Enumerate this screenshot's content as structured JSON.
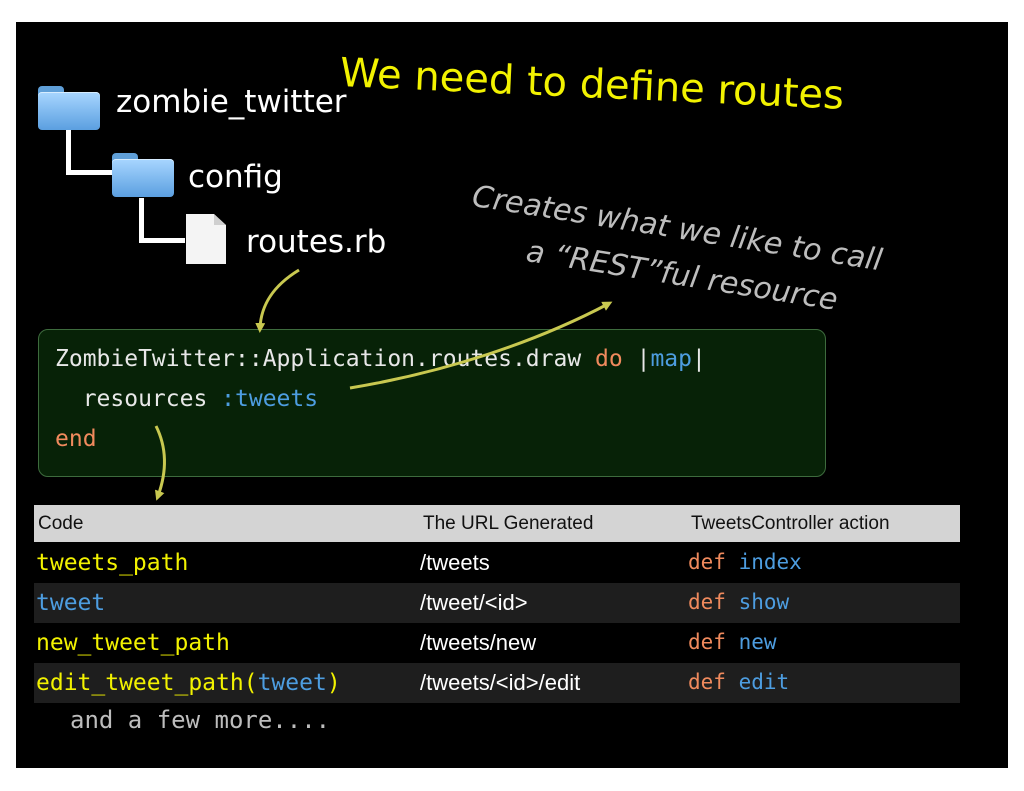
{
  "slide": {
    "title": "We need to define routes",
    "tree": {
      "root": "zombie_twitter",
      "folder": "config",
      "file": "routes.rb"
    },
    "note": {
      "line1": "Creates what we like to call",
      "line2": "a “REST”ful resource"
    },
    "code": {
      "l1_prefix": "ZombieTwitter::Application.routes.draw ",
      "l1_do": "do",
      "l1_space": " |",
      "l1_map": "map",
      "l1_end": "|",
      "l2_indent": "  resources ",
      "l2_symbol": ":tweets",
      "l3_end": "end"
    },
    "table": {
      "headers": [
        "Code",
        "The URL Generated",
        "TweetsController action"
      ],
      "rows": [
        {
          "code_a": "tweets_path",
          "code_b": "",
          "code_c": "",
          "url": "/tweets",
          "def": "def",
          "action": "index"
        },
        {
          "code_a": "tweet",
          "code_b": "",
          "code_c": "",
          "url": "/tweet/<id>",
          "def": "def",
          "action": "show"
        },
        {
          "code_a": "new_tweet_path",
          "code_b": "",
          "code_c": "",
          "url": "/tweets/new",
          "def": "def",
          "action": "new"
        },
        {
          "code_a": "edit_tweet_path(",
          "code_b": "tweet",
          "code_c": ")",
          "url": "/tweets/<id>/edit",
          "def": "def",
          "action": "edit"
        }
      ],
      "footer": "and a few more...."
    },
    "colors": {
      "title": "#f2f200",
      "keyword": "#f08a5d",
      "symbol": "#4d9de0",
      "arrow": "#c8c850"
    }
  }
}
